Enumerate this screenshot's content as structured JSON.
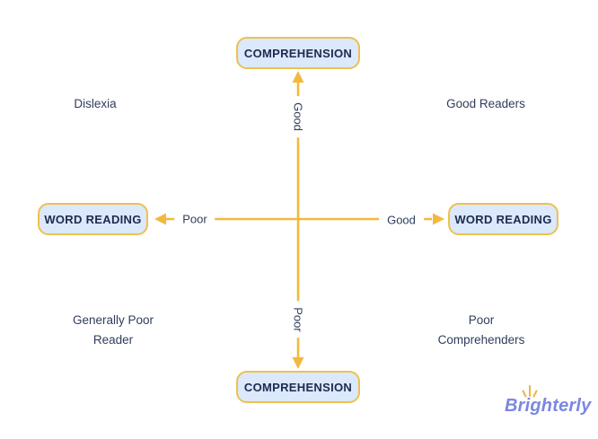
{
  "diagram": {
    "boxes": {
      "top": "COMPREHENSION",
      "bottom": "COMPREHENSION",
      "left": "WORD READING",
      "right": "WORD READING"
    },
    "axis_labels": {
      "vertical_top": "Good",
      "vertical_bottom": "Poor",
      "horizontal_left": "Poor",
      "horizontal_right": "Good"
    },
    "quadrants": {
      "top_left": "Dislexia",
      "top_right": "Good Readers",
      "bottom_left_line1": "Generally Poor",
      "bottom_left_line2": "Reader",
      "bottom_right_line1": "Poor",
      "bottom_right_line2": "Comprehenders"
    },
    "colors": {
      "arrow": "#f3b83e",
      "box_border": "#eec14e",
      "box_background": "#dce8fb",
      "box_text": "#1c2b4f",
      "label_text": "#2f3e5c",
      "logo_text": "#7a87e2",
      "logo_sun": "#f2b43c",
      "background": "#ffffff"
    }
  },
  "logo": {
    "text": "Brighterly"
  }
}
